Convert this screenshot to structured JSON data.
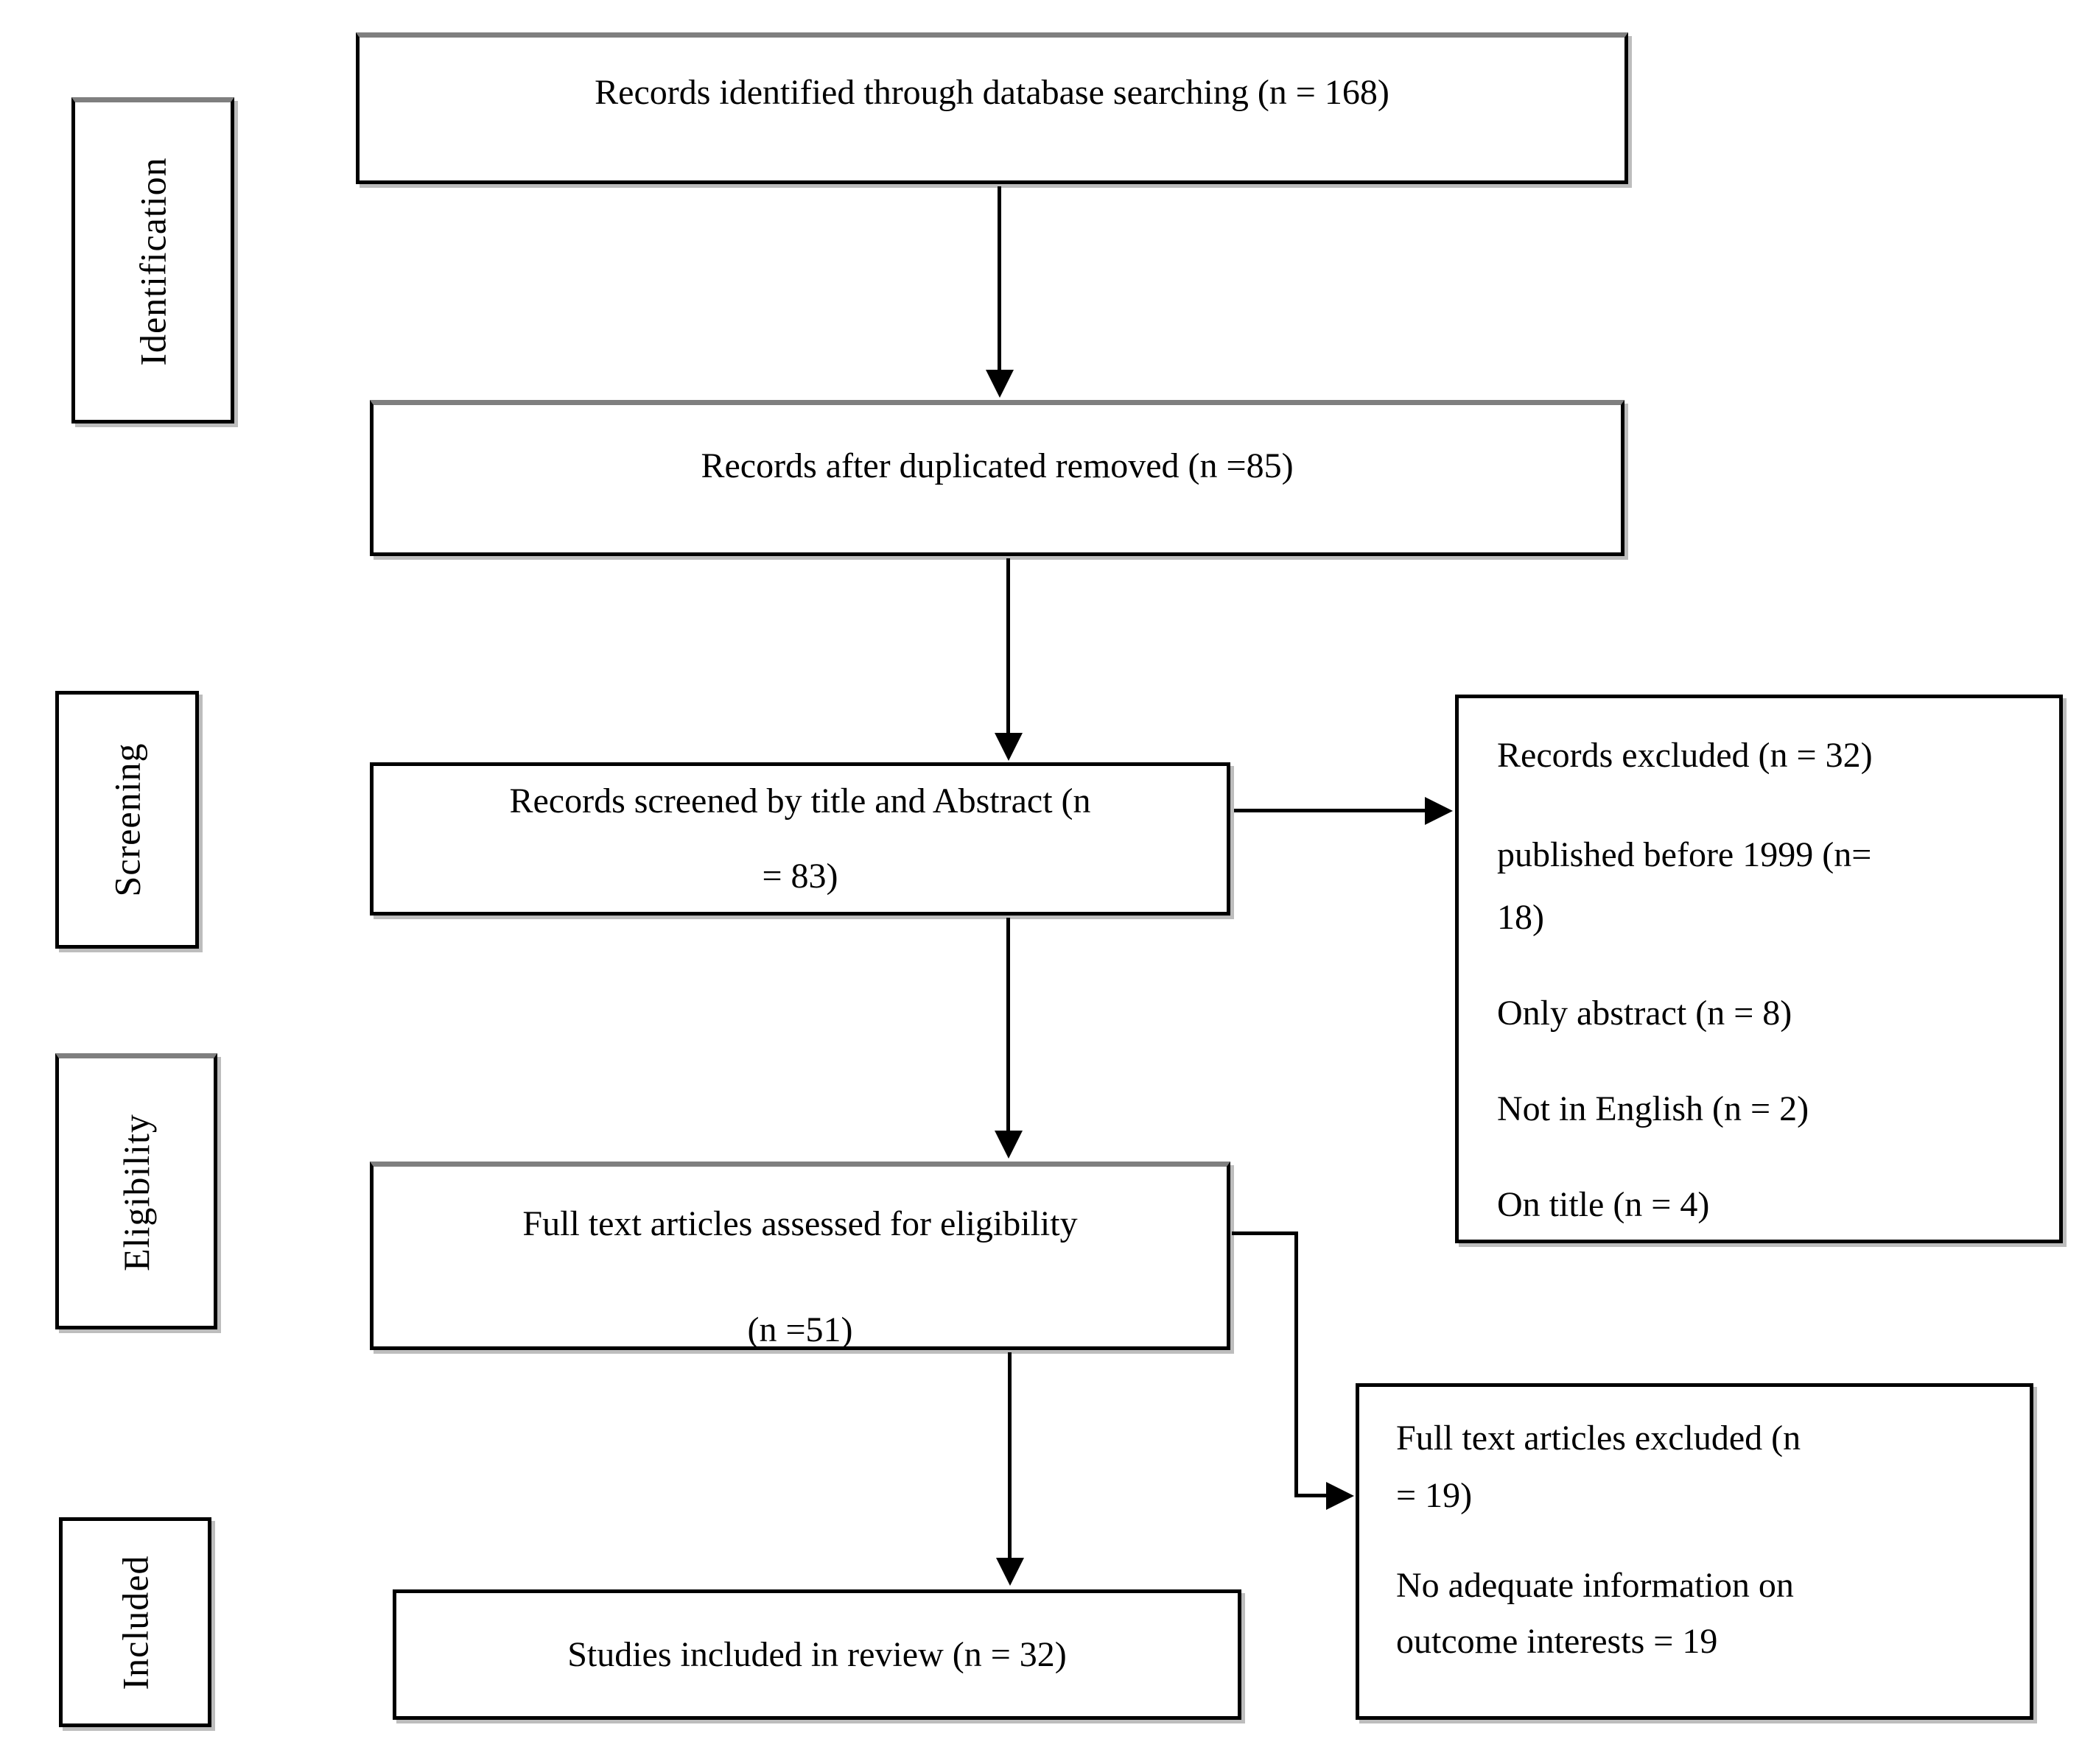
{
  "figure": {
    "stages": [
      {
        "label": "Identification"
      },
      {
        "label": "Screening"
      },
      {
        "label": "Eligibility"
      },
      {
        "label": "Included"
      }
    ],
    "boxes": {
      "identified": {
        "text": "Records identified through database searching (n = 168)"
      },
      "deduplicated": {
        "text": "Records after duplicated removed (n =85)"
      },
      "screened": {
        "lines": [
          "Records screened by title and Abstract (n",
          "= 83)"
        ]
      },
      "fulltext_assessed": {
        "lines": [
          "Full text articles assessed for eligibility",
          "(n =51)"
        ]
      },
      "included_review": {
        "text": "Studies included in review (n = 32)"
      },
      "records_excluded": {
        "lines": [
          "Records excluded (n = 32)",
          "published before 1999 (n=",
          "18)",
          "Only abstract (n = 8)",
          "Not in English (n = 2)",
          "On title (n = 4)"
        ]
      },
      "fulltext_excluded": {
        "lines": [
          "Full text articles excluded (n",
          "= 19)",
          "No adequate information on",
          "outcome interests = 19"
        ]
      }
    },
    "colors": {
      "box_border": "#000000",
      "box_top_shade": "#7f7f7f",
      "shadow": "#bdbdbd",
      "background": "#ffffff",
      "text": "#000000",
      "arrow": "#000000"
    }
  }
}
